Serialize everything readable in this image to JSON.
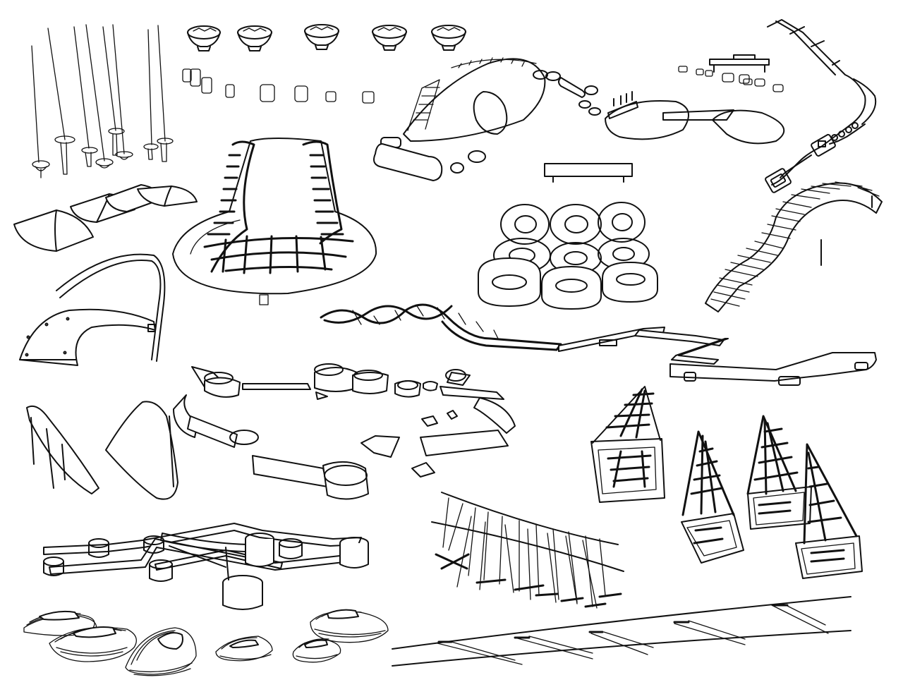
{
  "sheet": {
    "background": "#ffffff",
    "ink_color": "#111111",
    "text": ""
  },
  "elements": [
    {
      "id": "hanging-rope-grips",
      "icon": "hanging-rope-grips-icon"
    },
    {
      "id": "bowl-stepping-pods",
      "icon": "bowl-pod-icon"
    },
    {
      "id": "cylinder-stumps",
      "icon": "stump-icon"
    },
    {
      "id": "half-round-logs",
      "icon": "half-log-icon"
    },
    {
      "id": "curved-slide-panel",
      "icon": "curved-panel-icon"
    },
    {
      "id": "net-seat-structure",
      "icon": "net-seat-icon"
    },
    {
      "id": "climbing-mound-with-tunnel",
      "icon": "climbing-mound-icon"
    },
    {
      "id": "wavy-balance-beam-top",
      "icon": "balance-beam-icon"
    },
    {
      "id": "tire-pile",
      "icon": "tire-icon"
    },
    {
      "id": "suspended-ladder-bridge-top",
      "icon": "ladder-bridge-icon"
    },
    {
      "id": "wavy-plank-bridge",
      "icon": "wavy-bridge-icon"
    },
    {
      "id": "twisted-ribbon-slide",
      "icon": "ribbon-slide-icon"
    },
    {
      "id": "zigzag-balance-beams",
      "icon": "zigzag-beam-icon"
    },
    {
      "id": "log-stump-trail",
      "icon": "log-trail-icon"
    },
    {
      "id": "curved-shade-panels",
      "icon": "shade-panel-icon"
    },
    {
      "id": "pyramid-net-frames",
      "icon": "pyramid-net-icon"
    },
    {
      "id": "timber-beam-platform",
      "icon": "timber-frame-icon"
    },
    {
      "id": "hanging-rope-ladder",
      "icon": "rope-ladder-icon"
    },
    {
      "id": "layered-stepping-stones",
      "icon": "stepping-stone-icon"
    },
    {
      "id": "rope-walk-bridge",
      "icon": "rope-bridge-icon"
    }
  ]
}
